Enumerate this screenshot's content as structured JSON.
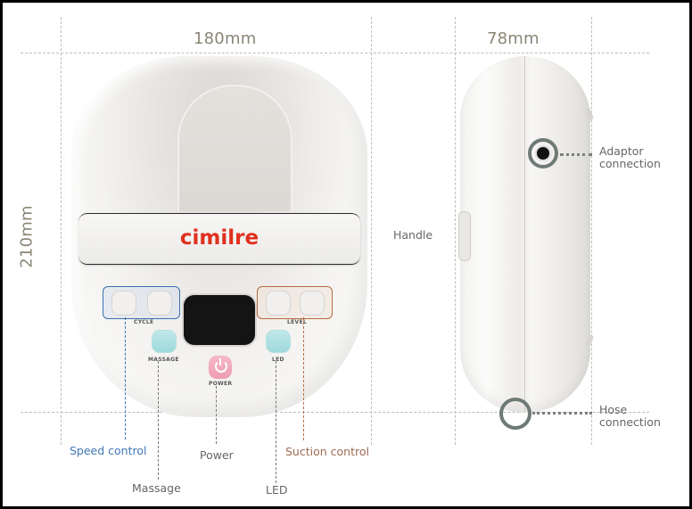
{
  "dimensions": {
    "width": "180mm",
    "depth": "78mm",
    "height": "210mm"
  },
  "device": {
    "brand": "cimilre",
    "panel_labels": {
      "cycle": "CYCLE",
      "level": "LEVEL",
      "massage": "MASSAGE",
      "led": "LED",
      "power": "POWER"
    }
  },
  "callouts": {
    "speed_control": "Speed control",
    "massage": "Massage",
    "power": "Power",
    "led": "LED",
    "suction_control": "Suction control",
    "handle": "Handle",
    "adaptor_connection_line1": "Adaptor",
    "adaptor_connection_line2": "connection",
    "hose_connection_line1": "Hose",
    "hose_connection_line2": "connection"
  },
  "colors": {
    "brand_red": "#e0301e",
    "speed_blue": "#3f78b5",
    "suction_brown": "#a06b52",
    "dimension_text": "#8a8676",
    "ring_gray": "#6e7a76"
  }
}
